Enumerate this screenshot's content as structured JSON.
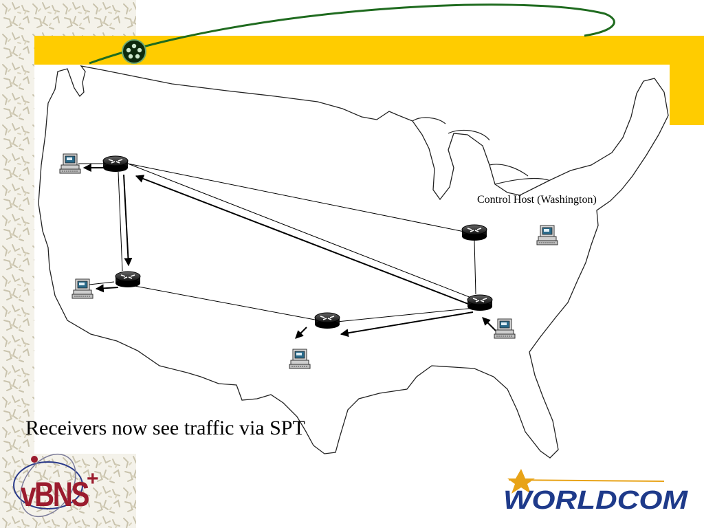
{
  "slide": {
    "control_host_label": "Control Host (Washington)",
    "caption": "Receivers now see traffic via SPT",
    "logo_vbns_text": "vBNS+",
    "logo_worldcom_text": "WORLDCOM"
  },
  "colors": {
    "accent_band": "#FFCC00",
    "connector": "#1F6B1F",
    "vbns_red": "#9B1C2E",
    "worldcom_navy": "#1E3A8A",
    "worldcom_star": "#E8A317"
  },
  "icons": {
    "router": "router-icon",
    "host": "computer-host-icon",
    "globe": "network-globe-icon"
  }
}
